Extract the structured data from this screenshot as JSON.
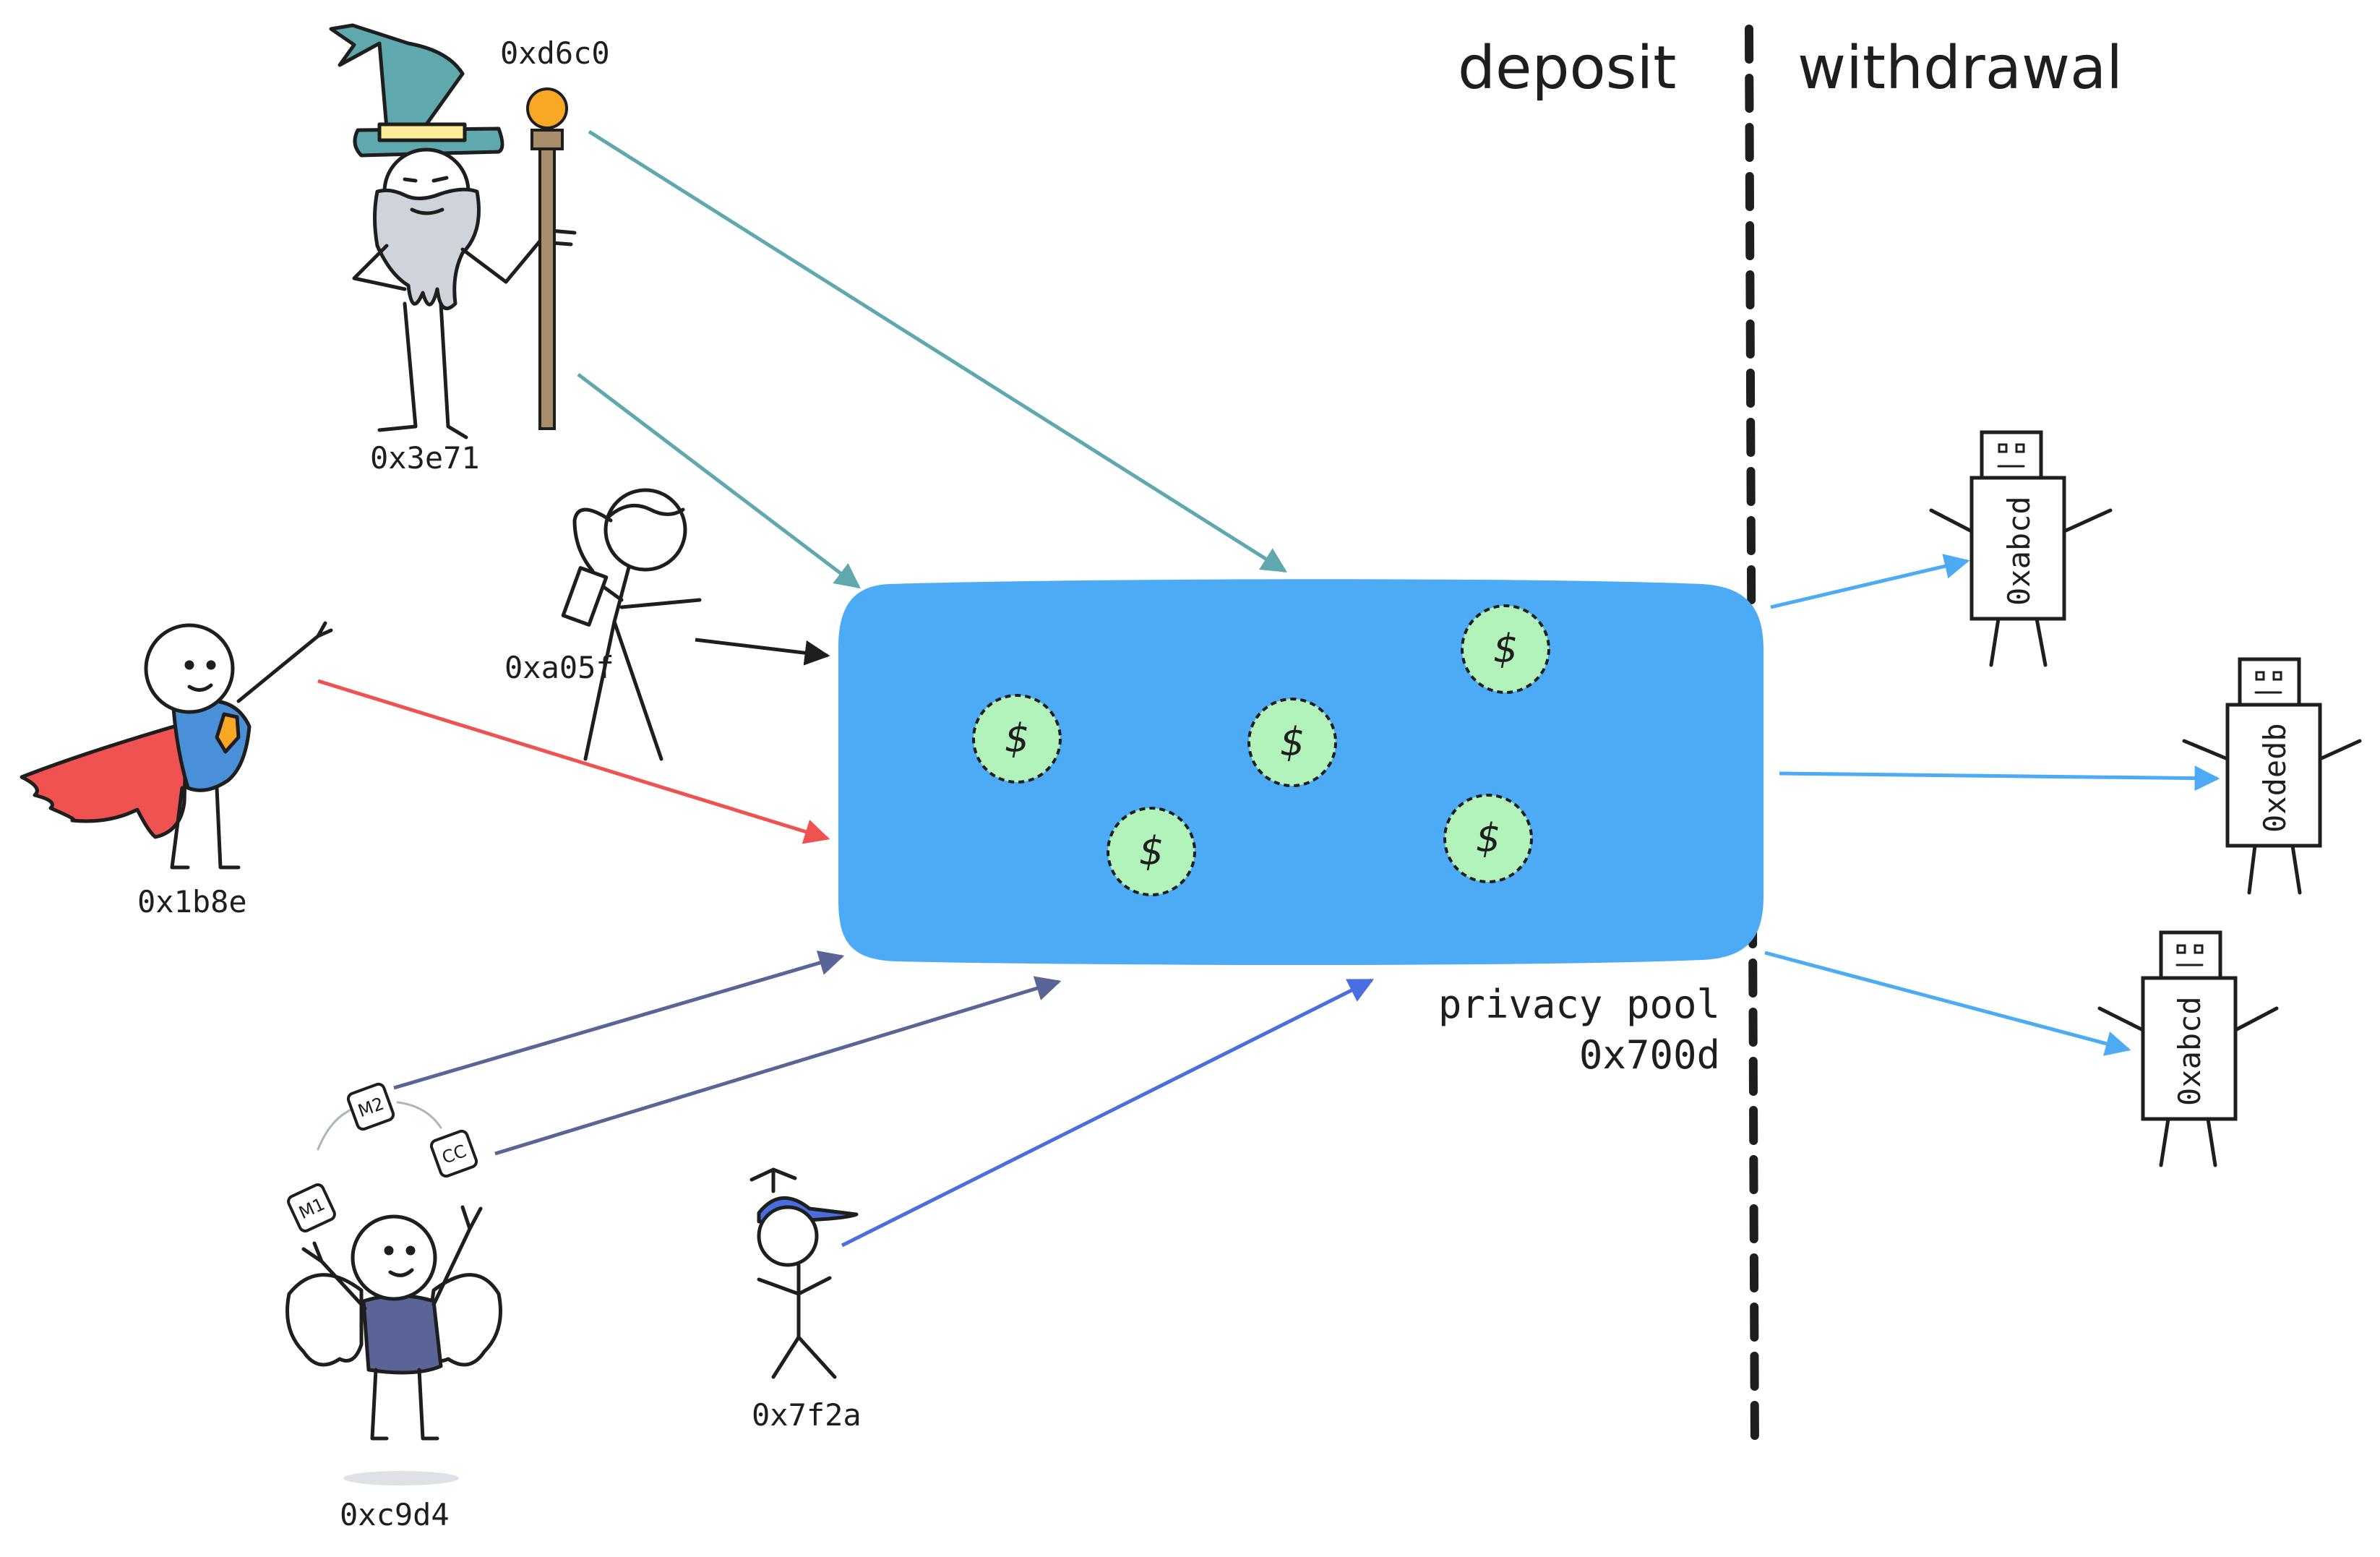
{
  "headings": {
    "left": "deposit",
    "right": "withdrawal"
  },
  "pool": {
    "label": "privacy pool",
    "address": "0x700d",
    "coin_symbol": "$",
    "fill_color": "#4dabf5",
    "coin_color": "#b2f2bb"
  },
  "depositors": [
    {
      "role": "wizard",
      "addresses": [
        "0xd6c0",
        "0x3e71"
      ],
      "arrow_color": "#5fa8ad"
    },
    {
      "role": "person-with-phone",
      "address": "0xa05f",
      "arrow_color": "#1e1e1e"
    },
    {
      "role": "superhero",
      "address": "0x1b8e",
      "arrow_color": "#f05252"
    },
    {
      "role": "angel-juggler",
      "address": "0xc9d4",
      "arrow_color": "#5b6496",
      "tiles": [
        "M2",
        "CC",
        "M1"
      ]
    },
    {
      "role": "propeller-cap-kid",
      "address": "0x7f2a",
      "arrow_color": "#4a6ee0"
    }
  ],
  "withdrawers": [
    {
      "role": "usb-robot",
      "address": "0xabcd",
      "arrow_color": "#4dabf5"
    },
    {
      "role": "usb-robot",
      "address": "0xdedb",
      "arrow_color": "#4dabf5"
    },
    {
      "role": "usb-robot",
      "address": "0xabcd",
      "arrow_color": "#4dabf5"
    }
  ]
}
